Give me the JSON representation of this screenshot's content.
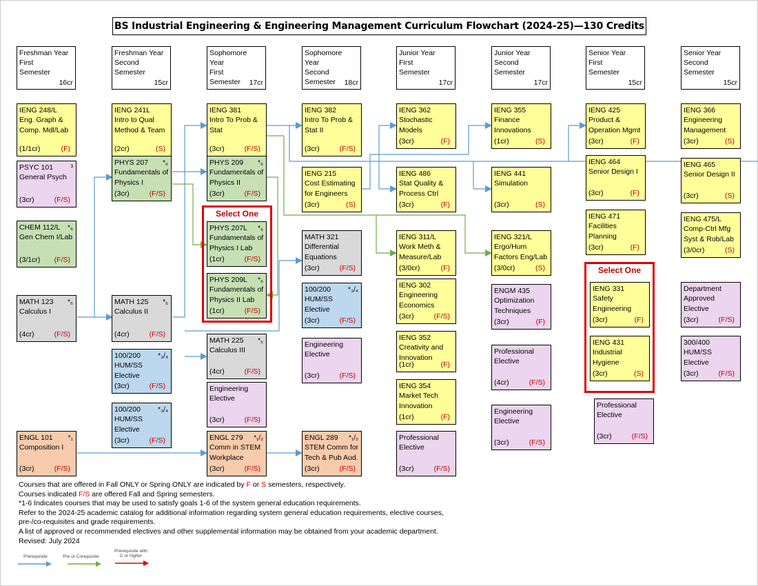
{
  "title": "BS Industrial Engineering & Engineering Management Curriculum Flowchart (2024-25)—130 Credits",
  "semesters": [
    {
      "year": "Freshman Year",
      "term": "First",
      "label": "Semester",
      "credits": "16cr"
    },
    {
      "year": "Freshman Year",
      "term": "Second",
      "label": "Semester",
      "credits": "15cr"
    },
    {
      "year": "Sophomore Year",
      "term": "First",
      "label": "Semester",
      "credits": "17cr"
    },
    {
      "year": "Sophomore Year",
      "term": "Second",
      "label": "Semester",
      "credits": "18cr"
    },
    {
      "year": "Junior Year",
      "term": "First",
      "label": "Semester",
      "credits": "17cr"
    },
    {
      "year": "Junior Year",
      "term": "Second",
      "label": "Semester",
      "credits": "17cr"
    },
    {
      "year": "Senior Year",
      "term": "First",
      "label": "Semester",
      "credits": "15cr"
    },
    {
      "year": "Senior Year",
      "term": "Second",
      "label": "Semester",
      "credits": "15cr"
    }
  ],
  "courses": {
    "ieng248": {
      "code": "IENG 248/L",
      "name": "Eng. Graph &\nComp. Mdl/Lab",
      "credits": "(1/1cr)",
      "sem": "(F)",
      "star": ""
    },
    "psyc101": {
      "code": "PSYC 101",
      "name": "General Psych",
      "credits": "(3cr)",
      "sem": "(F/S)",
      "star": "³"
    },
    "chem112": {
      "code": "CHEM 112/L",
      "name": "Gen Chem I/Lab",
      "credits": "(3/1cr)",
      "sem": "(F/S)",
      "star": "*₆"
    },
    "math123": {
      "code": "MATH 123",
      "name": "Calculus I",
      "credits": "(4cr)",
      "sem": "(F/S)",
      "star": "*₅"
    },
    "engl101": {
      "code": "ENGL 101",
      "name": "Composition I",
      "credits": "(3cr)",
      "sem": "(F/S)",
      "star": "*₁"
    },
    "ieng241": {
      "code": "IENG 241L",
      "name": "Intro to Qual\nMethod & Team",
      "credits": "(2cr)",
      "sem": "(S)",
      "star": ""
    },
    "phys207": {
      "code": "PHYS 207",
      "name": "Fundamentals of\nPhysics I",
      "credits": "(3cr)",
      "sem": "(F/S)",
      "star": "*₆"
    },
    "math125": {
      "code": "MATH 125",
      "name": "Calculus II",
      "credits": "(4cr)",
      "sem": "(F/S)",
      "star": "*₅"
    },
    "hum1a": {
      "code": "100/200",
      "name": "HUM/SS Elective",
      "credits": "(3cr)",
      "sem": "(F/S)",
      "star": "*₃/₄"
    },
    "hum1b": {
      "code": "100/200",
      "name": "HUM/SS Elective",
      "credits": "(3cr)",
      "sem": "(F/S)",
      "star": "*₃/₄"
    },
    "ieng381": {
      "code": "IENG 381",
      "name": "Intro To Prob &\nStat",
      "credits": "(3cr)",
      "sem": "(F/S)",
      "star": ""
    },
    "phys209": {
      "code": "PHYS 209",
      "name": "Fundamentals of\nPhysics II",
      "credits": "(3cr)",
      "sem": "(F/S)",
      "star": "*₆"
    },
    "phys207l": {
      "code": "PHYS 207L",
      "name": "Fundamentals of\nPhysics I Lab",
      "credits": "(1cr)",
      "sem": "(F/S)",
      "star": "*₆"
    },
    "phys209l": {
      "code": "PHYS 209L",
      "name": "Fundamentals of\nPhysics II Lab",
      "credits": "(1cr)",
      "sem": "(F/S)",
      "star": "*₆"
    },
    "math225": {
      "code": "MATH 225",
      "name": "Calculus III",
      "credits": "(4cr)",
      "sem": "(F/S)",
      "star": "*₅"
    },
    "engelec1": {
      "code": "Engineering",
      "name": "Elective",
      "credits": "(3cr)",
      "sem": "(F/S)",
      "star": ""
    },
    "engl279": {
      "code": "ENGL 279",
      "name": "Comm in STEM\nWorkplace",
      "credits": "(3cr)",
      "sem": "(F/S)",
      "star": "*₁/₂"
    },
    "ieng382": {
      "code": "IENG 382",
      "name": "Intro To Prob &\nStat II",
      "credits": "(3cr)",
      "sem": "(F/S)",
      "star": ""
    },
    "ieng215": {
      "code": "IENG 215",
      "name": "Cost Estimating\nfor Engineers",
      "credits": "(3cr)",
      "sem": "(S)",
      "star": ""
    },
    "math321": {
      "code": "MATH 321",
      "name": "Differential\nEquations",
      "credits": "(3cr)",
      "sem": "(F/S)",
      "star": ""
    },
    "hum2": {
      "code": "100/200",
      "name": "HUM/SS Elective",
      "credits": "(3cr)",
      "sem": "(F/S)",
      "star": "*₃/₄"
    },
    "engelec2": {
      "code": "Engineering",
      "name": "Elective",
      "credits": "(3cr)",
      "sem": "(F/S)",
      "star": ""
    },
    "engl289": {
      "code": "ENGL 289",
      "name": "STEM Comm for\nTech & Pub Aud.",
      "credits": "(3cr)",
      "sem": "(F/S)",
      "star": "*₁/₂"
    },
    "ieng362": {
      "code": "IENG 362",
      "name": "Stochastic\nModels",
      "credits": "(3cr)",
      "sem": "(F)",
      "star": ""
    },
    "ieng486": {
      "code": "IENG 486",
      "name": "Stat Quality &\nProcess Ctrl",
      "credits": "(3cr)",
      "sem": "(F)",
      "star": ""
    },
    "ieng311": {
      "code": "IENG 311/L",
      "name": "Work Meth &\nMeasure/Lab",
      "credits": "(3/0cr)",
      "sem": "(F)",
      "star": ""
    },
    "ieng302": {
      "code": "IENG 302",
      "name": "Engineering\nEconomics",
      "credits": "(3cr)",
      "sem": "(F/S)",
      "star": ""
    },
    "ieng352": {
      "code": "IENG 352",
      "name": "Creativity and\nInnovation",
      "credits": "(1cr)",
      "sem": "(F)",
      "star": ""
    },
    "ieng354": {
      "code": "IENG 354",
      "name": "Market Tech\nInnovation",
      "credits": "(1cr)",
      "sem": "(F)",
      "star": ""
    },
    "profelec1": {
      "code": "Professional",
      "name": "Elective",
      "credits": "(3cr)",
      "sem": "(F/S)",
      "star": ""
    },
    "ieng355": {
      "code": "IENG 355",
      "name": "Finance\nInnovations",
      "credits": "(1cr)",
      "sem": "(S)",
      "star": ""
    },
    "ieng441": {
      "code": "IENG 441",
      "name": "Simulation",
      "credits": "(3cr)",
      "sem": "(S)",
      "star": ""
    },
    "ieng321": {
      "code": "IENG 321/L",
      "name": "Ergo/Hum\nFactors Eng/Lab",
      "credits": "(3/0cr)",
      "sem": "(S)",
      "star": ""
    },
    "engm435": {
      "code": "ENGM 435",
      "name": "Optimization\nTechniques",
      "credits": "(3cr)",
      "sem": "(F)",
      "star": ""
    },
    "profelec2": {
      "code": "Professional",
      "name": "Elective",
      "credits": "(4cr)",
      "sem": "(F/S)",
      "star": ""
    },
    "engelec3": {
      "code": "Engineering",
      "name": "Elective",
      "credits": "(3cr)",
      "sem": "(F/S)",
      "star": ""
    },
    "ieng425": {
      "code": "IENG 425",
      "name": "Product &\nOperation Mgmt",
      "credits": "(3cr)",
      "sem": "(F)",
      "star": ""
    },
    "ieng464": {
      "code": "IENG 464",
      "name": "Senior Design I",
      "credits": "(3cr)",
      "sem": "(F)",
      "star": ""
    },
    "ieng471": {
      "code": "IENG 471",
      "name": "Facilities\nPlanning",
      "credits": "(3cr)",
      "sem": "(F)",
      "star": ""
    },
    "ieng331": {
      "code": "IENG 331",
      "name": "Safety\nEngineering",
      "credits": "(3cr)",
      "sem": "(F)",
      "star": ""
    },
    "ieng431": {
      "code": "IENG 431",
      "name": "Industrial\nHygiene",
      "credits": "(3cr)",
      "sem": "(S)",
      "star": ""
    },
    "profelec3": {
      "code": "Professional",
      "name": "Elective",
      "credits": "(3cr)",
      "sem": "(F/S)",
      "star": ""
    },
    "ieng366": {
      "code": "IENG 366",
      "name": "Engineering\nManagement",
      "credits": "(3cr)",
      "sem": "(S)",
      "star": ""
    },
    "ieng465": {
      "code": "IENG 465",
      "name": "Senior Design II",
      "credits": "(3cr)",
      "sem": "(S)",
      "star": ""
    },
    "ieng475": {
      "code": "IENG 475/L",
      "name": "Comp-Ctrl Mfg\nSyst & Rob/Lab",
      "credits": "(3/0cr)",
      "sem": "(S)",
      "star": ""
    },
    "deptelec": {
      "code": "Department",
      "name": "Approved\nElective",
      "credits": "(3cr)",
      "sem": "(F/S)",
      "star": ""
    },
    "hum4": {
      "code": "300/400",
      "name": "HUM/SS Elective",
      "credits": "(3cr)",
      "sem": "(F/S)",
      "star": ""
    }
  },
  "select_one_label": "Select One",
  "notes": {
    "line1_a": "Courses that are offered in Fall ONLY or Spring ONLY are indicated by ",
    "line1_f": "F",
    "line1_or": " or ",
    "line1_s": "S",
    "line1_b": " semesters, respectively.",
    "line2_a": "Courses indicated ",
    "line2_fs": "F/S",
    "line2_b": " are offered Fall and Spring semesters.",
    "line3": "*1-6 Indicates courses that may be used to satisfy goals 1-6 of the system general education requirements.",
    "line4": "Refer to the 2024-25 academic catalog for additional information regarding system general education requirements, elective courses,",
    "line5": "pre-/co-requisites and grade requirements.",
    "line6": "A list of approved or recommended electives and other supplemental information may be obtained from your academic department.",
    "line7": "Revised: July 2024"
  },
  "legend": {
    "prereq": "Prerequisite",
    "coreq": "Pre or Corequisite",
    "prereq_c": "Prerequisite with C or higher",
    "colors": {
      "prereq": "#5b9bd5",
      "coreq": "#70ad47",
      "prereq_c": "#e00000"
    }
  }
}
